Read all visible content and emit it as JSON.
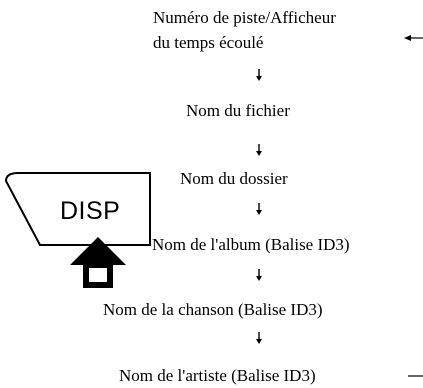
{
  "steps": [
    {
      "line1": "Numéro de piste/Afficheur",
      "line2": "du temps écoulé"
    },
    {
      "line1": "Nom du fichier"
    },
    {
      "line1": "Nom du dossier"
    },
    {
      "line1": "Nom de l'album (Balise ID3)"
    },
    {
      "line1": "Nom de la chanson (Balise ID3)"
    },
    {
      "line1": "Nom de l'artiste (Balise ID3)"
    }
  ],
  "button": {
    "label": "DISP"
  },
  "arrows": {
    "flow": "down-arrow-icon",
    "press": "press-arrow-icon",
    "loop": "loop-back-arrow"
  }
}
